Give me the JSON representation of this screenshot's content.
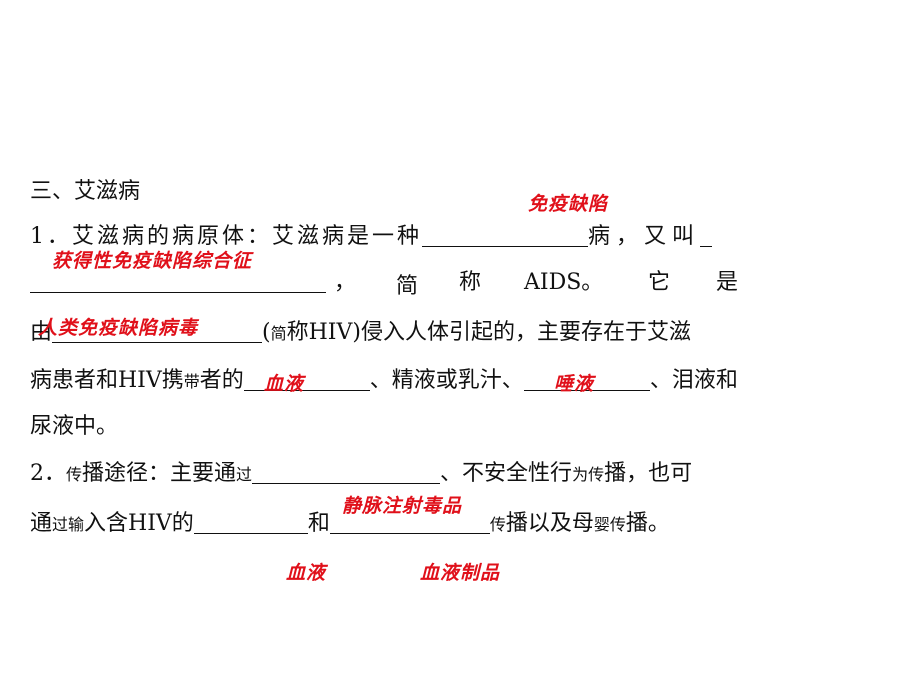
{
  "section_title": "三、艾滋病",
  "q1": {
    "prefix": "1．艾滋病的病原体：艾滋病是一种",
    "after_blank1": "病，又叫",
    "comma": "，",
    "jian": "简",
    "cheng": "称",
    "aids": "AIDS。",
    "ta": "它",
    "shi": "是",
    "you": "由",
    "paren_open": "(",
    "paren_jian": "简",
    "after_hiv": "称HIV)侵入人体引起的，主要存在于艾滋",
    "line4_a": "病患者和HIV携",
    "dai": "带",
    "line4_b": "者的",
    "line4_c": "、精液或乳汁、",
    "line4_d": "、泪液和",
    "line5": "尿液中。"
  },
  "q2": {
    "prefix": "2．",
    "chuan": "传",
    "p1": "播途径：主要通",
    "guo": "过",
    "p2": "、不安全性行",
    "wei": "为",
    "chuan2": "传",
    "p3": "播，也可",
    "tong": "通",
    "guo2": "过",
    "shu": "输",
    "p4": "入含HIV的",
    "he": "和",
    "chuan3": "传",
    "p5": "播以及母",
    "ying": "婴",
    "chuan4": "传",
    "p6": "播。"
  },
  "answers": {
    "a1": "免疫缺陷",
    "a2": "获得性免疫缺陷综合征",
    "a3": "人类免疫缺陷病毒",
    "a4": "血液",
    "a5": "唾液",
    "a6": "静脉注射毒品",
    "a7": "血液",
    "a8": "血液制品"
  },
  "colors": {
    "answer": "#e0101a",
    "text": "#111111"
  }
}
